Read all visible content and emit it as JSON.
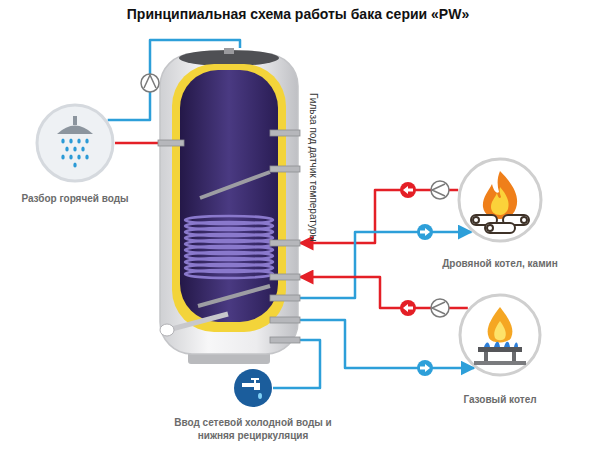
{
  "diagram": {
    "title": "Принципиальная схема работы бака серии «PW»",
    "nodes": [
      {
        "text": [
          "Разбор горячей воды"
        ]
      },
      {
        "text": [
          "Гильза под датчик температуры"
        ]
      },
      {
        "text": [
          "Дровяной котел, камин"
        ]
      },
      {
        "text": [
          "Газовый котел"
        ]
      },
      {
        "text": [
          "Ввод сетевой холодной воды и нижняя рециркуляция"
        ]
      }
    ],
    "edges": [
      {
        "from": 1,
        "to": 0,
        "arrow": "none"
      },
      {
        "from": 0,
        "to": 1,
        "arrow": "none"
      },
      {
        "from": 2,
        "to": 1,
        "arrow": "to"
      },
      {
        "from": 1,
        "to": 2,
        "arrow": "to"
      },
      {
        "from": 3,
        "to": 1,
        "arrow": "to"
      },
      {
        "from": 1,
        "to": 3,
        "arrow": "to"
      },
      {
        "from": 4,
        "to": 1,
        "arrow": "none"
      }
    ]
  }
}
